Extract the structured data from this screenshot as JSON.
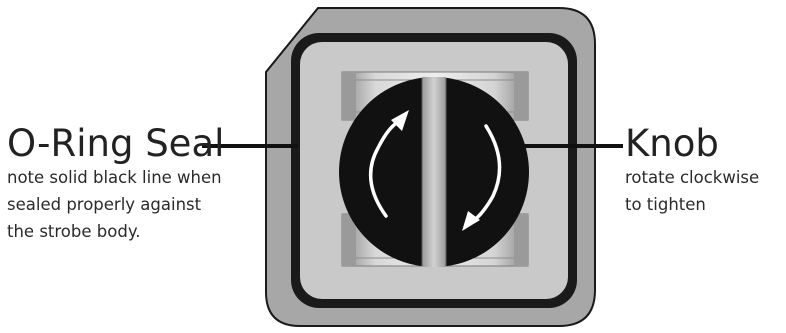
{
  "callouts": {
    "oring": {
      "title": "O-Ring Seal",
      "note_lines": [
        "note solid black line when",
        "sealed properly against",
        "the strobe body."
      ]
    },
    "knob": {
      "title": "Knob",
      "note_lines": [
        "rotate clockwise",
        "to tighten"
      ]
    }
  },
  "colors": {
    "housing_outer": "#a7a7a7",
    "housing_inner": "#c9c9c9",
    "oring": "#1a1a1a",
    "knob": "#111111",
    "slot": "#c2c2c2",
    "arrow": "#ffffff"
  },
  "icons": {
    "knob_arrows": [
      "counterclockwise-up-arrow-icon",
      "clockwise-down-arrow-icon"
    ]
  }
}
